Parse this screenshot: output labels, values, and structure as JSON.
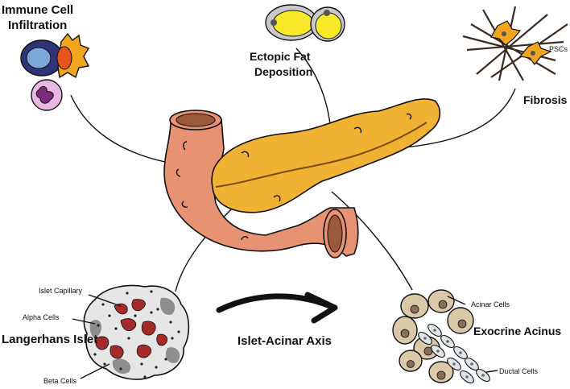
{
  "labels": {
    "immune_line1": "Immune Cell",
    "immune_line2": "Infiltration",
    "fat_line1": "Ectopic  Fat",
    "fat_line2": "Deposition",
    "fibrosis": "Fibrosis",
    "pscs": "PSCs",
    "islet_capillary": "Islet Capillary",
    "alpha_cells": "Alpha Cells",
    "langerhans_islet": "Langerhans Islet",
    "beta_cells": "Beta Cells",
    "islet_acinar_axis": "Islet-Acinar Axis",
    "acinar_cells": "Acinar Cells",
    "exocrine_acinus": "Exocrine Acinus",
    "ductal_cells": "Ductal Cells"
  },
  "colors": {
    "pancreas": "#f0b232",
    "duodenum": "#e69273",
    "lumen": "#9c5a3c",
    "fat_cell": "#f7e92a",
    "islet_bg": "#e6e6e6",
    "capillary": "#a52a2a",
    "acinar_cell": "#d9c9a8",
    "duct_cell": "#dfe6ea"
  }
}
